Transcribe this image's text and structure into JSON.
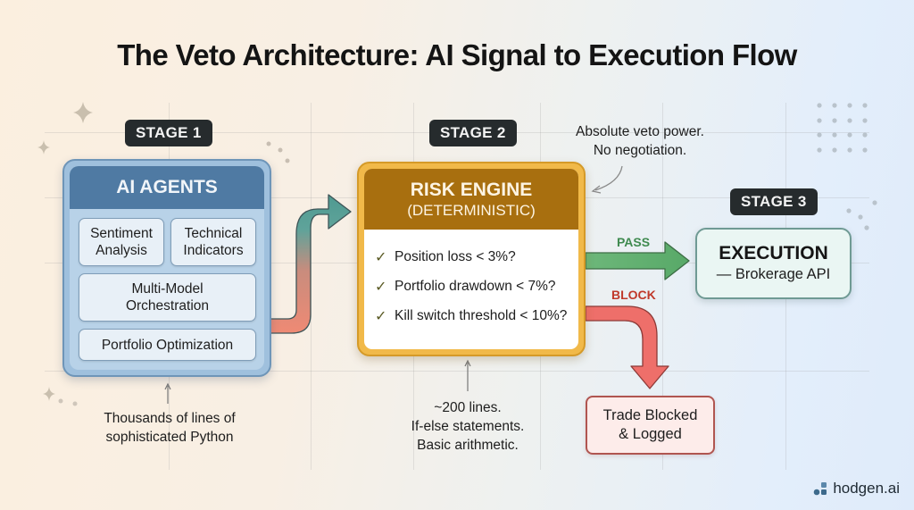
{
  "title": "The Veto Architecture: AI Signal to Execution Flow",
  "stages": {
    "stage1": {
      "badge": "STAGE 1",
      "heading": "AI AGENTS",
      "cells": [
        {
          "line1": "Sentiment",
          "line2": "Analysis"
        },
        {
          "line1": "Technical",
          "line2": "Indicators"
        },
        {
          "line1": "Multi-Model",
          "line2": "Orchestration"
        },
        {
          "line1": "Portfolio Optimization",
          "line2": ""
        }
      ],
      "note": {
        "line1": "Thousands of lines of",
        "line2": "sophisticated Python"
      }
    },
    "stage2": {
      "badge": "STAGE 2",
      "heading": "RISK ENGINE",
      "subheading": "(DETERMINISTIC)",
      "checks": [
        "Position loss < 3%?",
        "Portfolio drawdown < 7%?",
        "Kill switch threshold < 10%?"
      ],
      "check_icon": "✓",
      "callout": {
        "line1": "Absolute veto power.",
        "line2": "No negotiation."
      },
      "note": {
        "line1": "~200 lines.",
        "line2": "If-else statements.",
        "line3": "Basic arithmetic."
      }
    },
    "stage3": {
      "badge": "STAGE 3",
      "heading": "EXECUTION",
      "subheading": "— Brokerage API"
    }
  },
  "flows": {
    "pass_label": "PASS",
    "block_label": "BLOCK",
    "blocked_result": {
      "line1": "Trade Blocked",
      "line2": "& Logged"
    }
  },
  "colors": {
    "pass": "#3f8a4f",
    "block": "#c0392b",
    "risk_header": "#a86f0f",
    "ai_header": "#4f7aa3"
  },
  "brand": {
    "name": "hodgen.ai"
  }
}
